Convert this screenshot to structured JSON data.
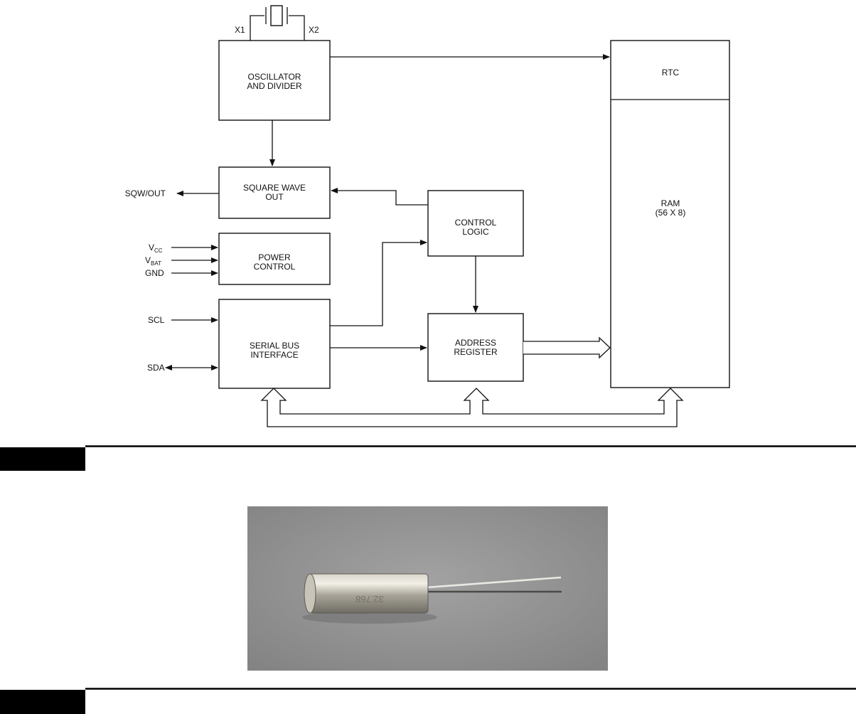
{
  "crystal": {
    "pin1": "X1",
    "pin2": "X2"
  },
  "blocks": {
    "oscillator": [
      "OSCILLATOR",
      "AND DIVIDER"
    ],
    "square_wave": [
      "SQUARE WAVE",
      "OUT"
    ],
    "power_control": [
      "POWER",
      "CONTROL"
    ],
    "serial_bus": [
      "SERIAL BUS",
      "INTERFACE"
    ],
    "control_logic": [
      "CONTROL",
      "LOGIC"
    ],
    "address_register": [
      "ADDRESS",
      "REGISTER"
    ],
    "rtc": "RTC",
    "ram": [
      "RAM",
      "(56 X 8)"
    ]
  },
  "pins": {
    "sqw_out": "SQW/OUT",
    "vcc_main": "V",
    "vcc_sub": "CC",
    "vbat_main": "V",
    "vbat_sub": "BAT",
    "gnd": "GND",
    "scl": "SCL",
    "sda": "SDA"
  },
  "crystal_marking": "32.768",
  "colors": {
    "ink": "#111111",
    "tab": "#000000",
    "photo_bg": "#8f8f8f",
    "crystal_can": "#b9b5aa"
  }
}
